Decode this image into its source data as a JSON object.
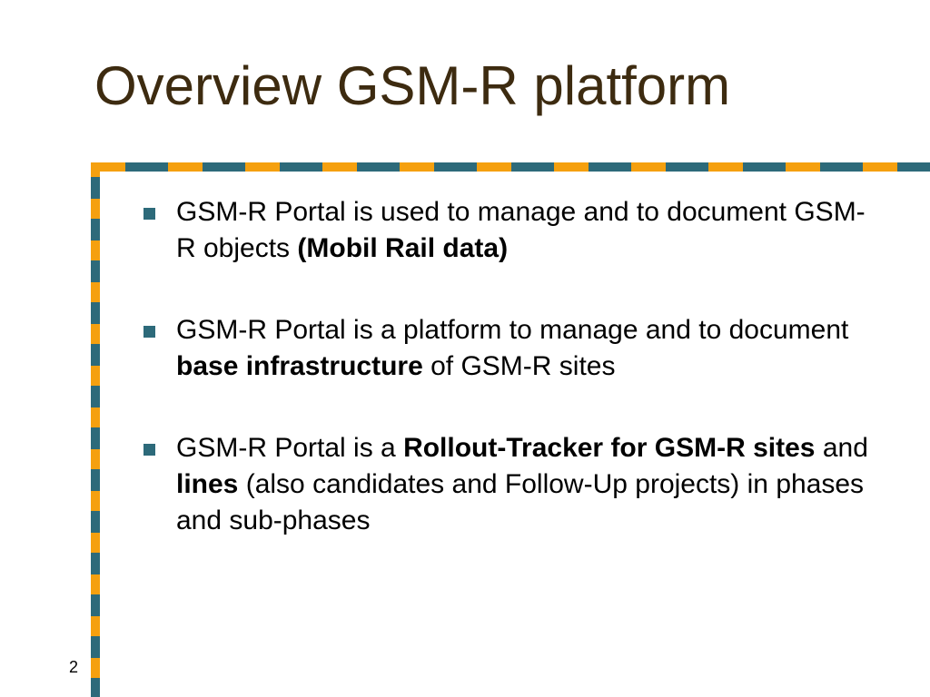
{
  "slide": {
    "title": "Overview GSM-R platform",
    "page_number": "2",
    "colors": {
      "title": "#3d2b10",
      "border_orange": "#f5a00f",
      "border_teal": "#2d6a7a",
      "bullet": "#2d6a7a"
    },
    "bullets": [
      {
        "t1": "GSM-R Portal is used to manage and to document GSM-R objects ",
        "b1": "(Mobil Rail data)"
      },
      {
        "t1": "GSM-R Portal is a platform to manage and to document ",
        "b1": "base infrastructure",
        "t2": " of GSM-R sites"
      },
      {
        "t1": "GSM-R Portal is a ",
        "b1": "Rollout-Tracker for GSM-R sites",
        "t2": " and ",
        "b2": "lines",
        "t3": " (also candidates and Follow-Up projects) in phases and sub-phases"
      }
    ]
  }
}
